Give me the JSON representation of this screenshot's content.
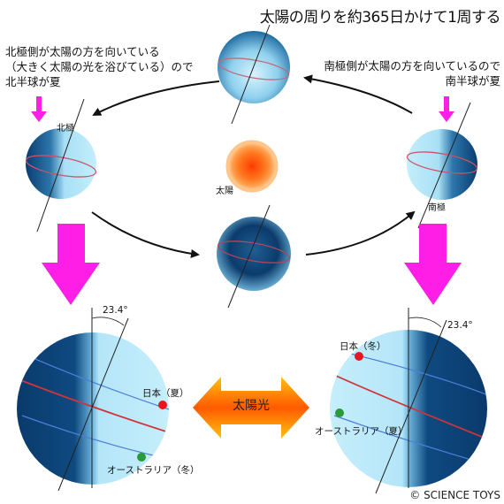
{
  "title": "太陽の周りを約365日かけて1周する",
  "left_note": {
    "line1": "北極側が太陽の方を向いている",
    "line2": "（大きく太陽の光を浴びている）ので",
    "line3": "北半球が夏"
  },
  "right_note": {
    "line1": "南極側が太陽の方を向いているので",
    "line2": "南半球が夏"
  },
  "labels": {
    "north_pole": "北極",
    "south_pole": "南極",
    "sun": "太陽",
    "tilt_left": "23.4°",
    "tilt_right": "23.4°",
    "japan_summer": "日本（夏）",
    "australia_winter": "オーストラリア（冬）",
    "japan_winter": "日本（冬）",
    "australia_summer": "オーストラリア（夏）",
    "sunlight": "太陽光"
  },
  "copyright": "© SCIENCE TOYS",
  "colors": {
    "earth_dark": "#0a3f72",
    "earth_light": "#b7e7f8",
    "sun_core": "#ff5a10",
    "sun_outer": "#ffc07a",
    "magenta_arrow": "#ff1ee6",
    "equator": "#d8383a",
    "japan_dot": "#e8141e",
    "australia_dot": "#2a9b3a",
    "sunlight_arrow_center": "#ff6000",
    "sunlight_arrow_edge": "#ffc20e"
  }
}
